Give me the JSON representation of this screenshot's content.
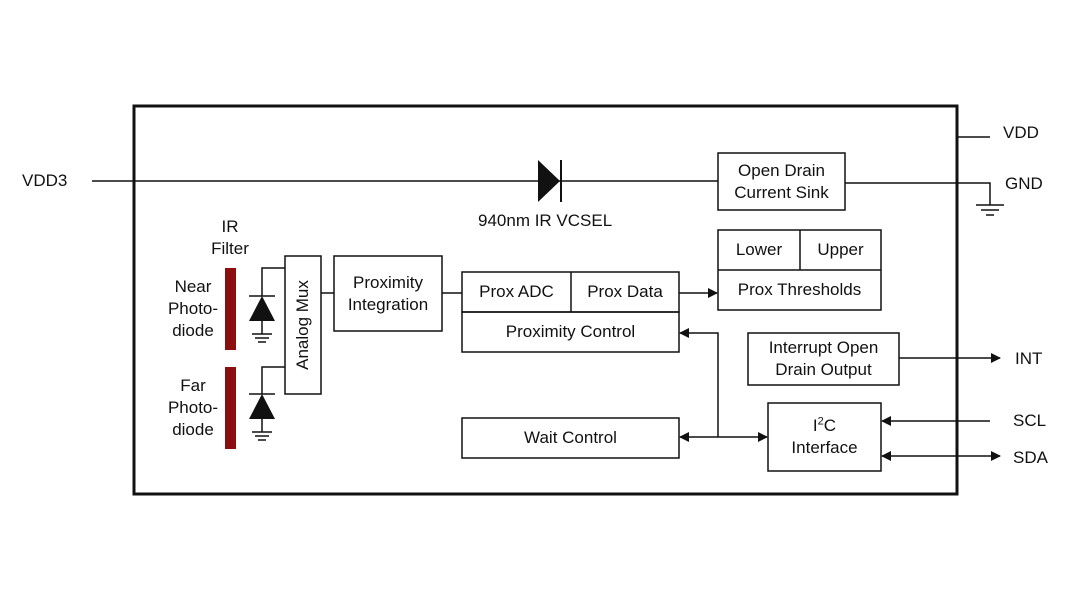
{
  "pins": {
    "vdd3": "VDD3",
    "vdd": "VDD",
    "gnd": "GND",
    "int": "INT",
    "scl": "SCL",
    "sda": "SDA"
  },
  "vcsel_label": "940nm IR VCSEL",
  "ir_filter": {
    "line1": "IR",
    "line2": "Filter"
  },
  "near_photodiode": {
    "line1": "Near",
    "line2": "Photo-",
    "line3": "diode"
  },
  "far_photodiode": {
    "line1": "Far",
    "line2": "Photo-",
    "line3": "diode"
  },
  "blocks": {
    "open_drain": {
      "line1": "Open Drain",
      "line2": "Current Sink"
    },
    "analog_mux": "Analog Mux",
    "proximity_integration": {
      "line1": "Proximity",
      "line2": "Integration"
    },
    "prox_adc": "Prox ADC",
    "prox_data": "Prox Data",
    "proximity_control": "Proximity Control",
    "lower": "Lower",
    "upper": "Upper",
    "prox_thresholds": "Prox Thresholds",
    "interrupt": {
      "line1": "Interrupt Open",
      "line2": "Drain Output"
    },
    "wait_control": "Wait Control",
    "i2c": {
      "prefix": "I",
      "sup": "2",
      "suffix": "C",
      "line2": "Interface"
    }
  },
  "colors": {
    "filter": "#8b0f0f",
    "line": "#111111"
  }
}
